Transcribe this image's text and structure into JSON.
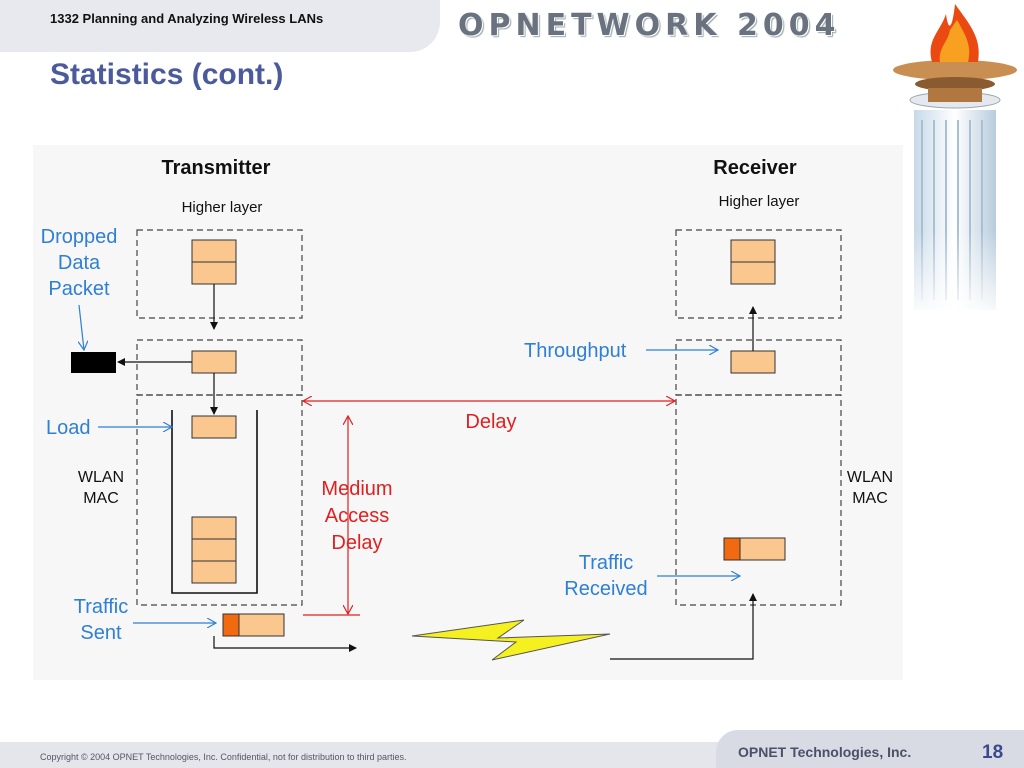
{
  "header": {
    "course_title": "1332 Planning and Analyzing Wireless LANs",
    "brand": "OPNETWORK 2004",
    "slide_title": "Statistics (cont.)"
  },
  "diagram": {
    "transmitter_title": "Transmitter",
    "receiver_title": "Receiver",
    "tx_higher_layer": "Higher layer",
    "rx_higher_layer": "Higher layer",
    "tx_mac": [
      "WLAN",
      "MAC"
    ],
    "rx_mac": [
      "WLAN",
      "MAC"
    ],
    "dropped": [
      "Dropped",
      "Data",
      "Packet"
    ],
    "load": "Load",
    "traffic_sent": [
      "Traffic",
      "Sent"
    ],
    "throughput": "Throughput",
    "traffic_received": [
      "Traffic",
      "Received"
    ],
    "delay": "Delay",
    "medium_access_delay": [
      "Medium",
      "Access",
      "Delay"
    ],
    "colors": {
      "stat_blue": "#2e7fd6",
      "delay_red": "#e02020",
      "packet": "#fac78e",
      "packet_head": "#f26a10"
    }
  },
  "footer": {
    "copyright": "Copyright © 2004 OPNET Technologies, Inc.  Confidential, not for distribution to third parties.",
    "company": "OPNET Technologies, Inc.",
    "page_number": "18"
  }
}
